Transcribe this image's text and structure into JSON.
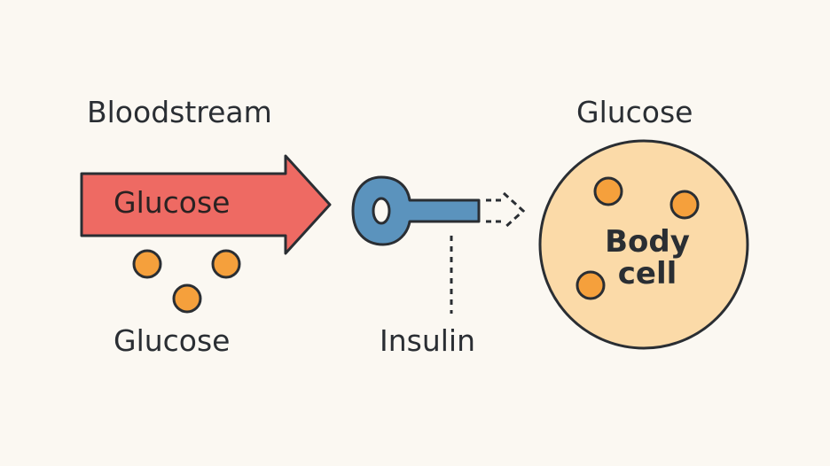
{
  "labels": {
    "bloodstream": "Bloodstream",
    "glucose_top": "Glucose",
    "arrow_glucose": "Glucose",
    "glucose_bottom": "Glucose",
    "insulin": "Insulin",
    "body_cell": "Body cell"
  },
  "colors": {
    "background": "#fbf8f2",
    "arrow_fill": "#ee6a63",
    "glucose_dot": "#f5a03c",
    "insulin_key": "#5b93bd",
    "cell_fill": "#fbdaa8",
    "outline": "#2a2e33"
  },
  "icons": {
    "arrow": "flow-arrow",
    "key": "insulin-key-icon",
    "cell": "body-cell-circle"
  }
}
